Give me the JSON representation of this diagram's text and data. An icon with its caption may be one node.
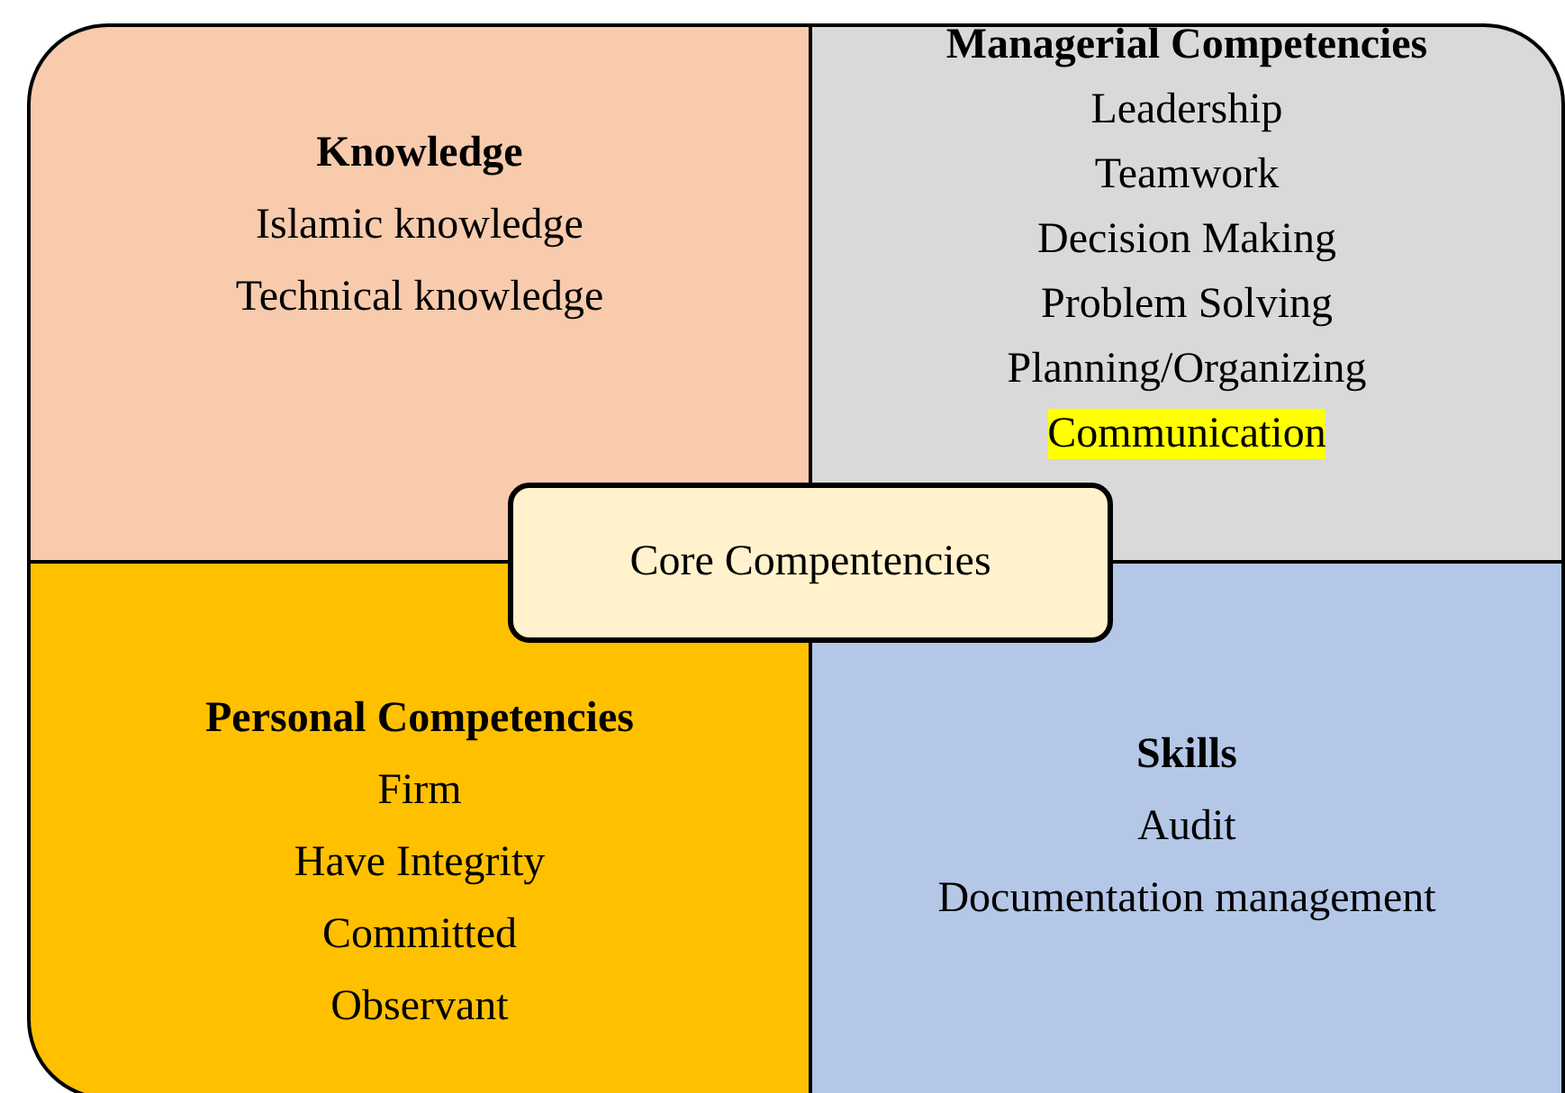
{
  "diagram": {
    "nodes": [
      {
        "text": [
          "Knowledge",
          "Islamic knowledge",
          "Technical knowledge"
        ]
      },
      {
        "text": [
          "Managerial Competencies",
          "Leadership",
          "Teamwork",
          "Decision Making",
          "Problem Solving",
          "Planning/Organizing",
          "Communication"
        ]
      },
      {
        "text": [
          "Personal Competencies",
          "Firm",
          "Have Integrity",
          "Committed",
          "Observant"
        ]
      },
      {
        "text": [
          "Skills",
          "Audit",
          "Documentation management"
        ]
      },
      {
        "text": [
          "Core Compentencies"
        ]
      }
    ]
  }
}
